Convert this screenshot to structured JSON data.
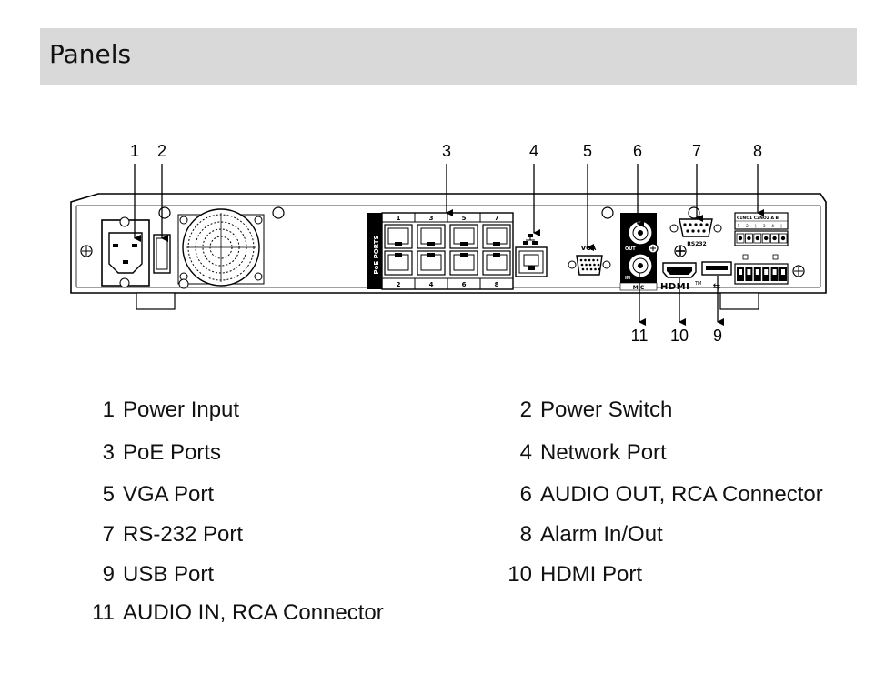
{
  "page": {
    "title": "Panels"
  },
  "panel_labels": {
    "poe_ports": "PoE PORTS",
    "vga": "VGA",
    "rs232": "RS232",
    "audio_out": "OUT",
    "audio_in": "IN",
    "mic": "MIC",
    "hdmi": "HDMI",
    "hdmi_tm": "TM",
    "alarm_header": "C1NO1 C2NO2  A   B",
    "alarm_pins": [
      "1",
      "2",
      "⏚",
      "3",
      "4",
      "⏚"
    ],
    "poe_top_numbers": [
      "1",
      "3",
      "5",
      "7"
    ],
    "poe_bottom_numbers": [
      "2",
      "4",
      "6",
      "8"
    ],
    "usb_symbol": "⇆"
  },
  "callouts": {
    "top": [
      "1",
      "2",
      "3",
      "4",
      "5",
      "6",
      "7",
      "8"
    ],
    "bottom": [
      "11",
      "10",
      "9"
    ]
  },
  "legend": [
    {
      "num": "1",
      "label": "Power Input"
    },
    {
      "num": "2",
      "label": "Power Switch"
    },
    {
      "num": "3",
      "label": "PoE Ports"
    },
    {
      "num": "4",
      "label": "Network Port"
    },
    {
      "num": "5",
      "label": "VGA Port"
    },
    {
      "num": "6",
      "label": "AUDIO OUT, RCA Connector"
    },
    {
      "num": "7",
      "label": "RS-232 Port"
    },
    {
      "num": "8",
      "label": "Alarm In/Out"
    },
    {
      "num": "9",
      "label": "USB Port"
    },
    {
      "num": "10",
      "label": "HDMI Port"
    },
    {
      "num": "11",
      "label": "AUDIO IN, RCA Connector"
    }
  ]
}
